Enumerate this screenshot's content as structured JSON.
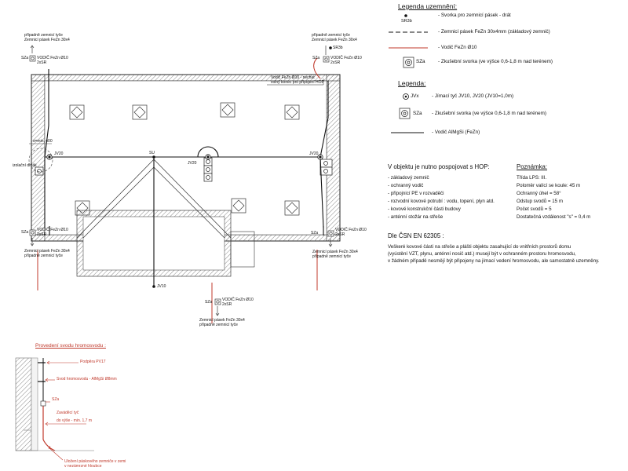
{
  "plan": {
    "labels": {
      "sza": "SZa",
      "vodic": "VODIČ FeZn Ø10",
      "sr2": "2xSR",
      "pasek": "Zemnicí pásek FeZn 30x4",
      "tyce": "případně zemnicí tyče",
      "tyce_top": "případně zemnicí tyče",
      "pasek_top": "Zemnicí pásek FeZn 30x4",
      "sr3b": "SR3b",
      "note_l1": "Vodič FeZn Ø10 - nechat",
      "note_l2": "volný konec pro připojení HOP",
      "jv20": "JV20",
      "su": "SU",
      "jv10": "JV10",
      "smin": "s=min. 400",
      "izol": "izolační držák",
      "jv20_top": "JV20"
    }
  },
  "legend_earth": {
    "title": "Legenda uzemnění:",
    "items": [
      {
        "symbol": "SR3b",
        "text": "- Svorka pro zemnicí pásek - drát"
      },
      {
        "symbol": "",
        "text": "- Zemnicí pásek FeZn 30x4mm (základový zemnič)"
      },
      {
        "symbol": "",
        "text": "- Vodič FeZn Ø10"
      },
      {
        "symbol": "SZa",
        "text": "- Zkušební svorka (ve výšce 0,6-1,8 m nad terénem)"
      }
    ]
  },
  "legend": {
    "title": "Legenda:",
    "items": [
      {
        "symbol": "JVx",
        "text": "- Jímací tyč JV10, JV20 (JV10=1,0m)"
      },
      {
        "symbol": "SZa",
        "text": "- Zkušební svorka (ve výšce 0,6-1,8 m nad terénem)"
      },
      {
        "symbol": "",
        "text": "- Vodič AlMgSi (FeZn)"
      }
    ]
  },
  "hop": {
    "title": "V objektu je nutno pospojovat s HOP:",
    "items": [
      "- základový zemnič",
      "- ochranný vodič",
      "- připojnicí PE v rozvaděči",
      "- rozvodní kovové potrubí : vodu, topení, plyn atd.",
      "- kovové konstrukční části budovy",
      "- anténní stožár na střeše"
    ]
  },
  "note": {
    "title": "Poznámka:",
    "items": [
      "Třída LPS: III.",
      "Poloměr valící se koule: 45 m",
      "Ochranný úhel = 58°",
      "Odstup svodů = 15 m",
      "Počet svodů = 5",
      "Dostatečná vzdálenost \"s\" = 0,4 m"
    ]
  },
  "csn": {
    "title": "Dle ČSN EN 62305 :",
    "lines": [
      "Veškeré kovové části na střeše a plášti objektu zasahující do vnitřních prostorů domu",
      "(vyústění VZT, plynu, anténní nosič atd.) musejí být v ochranném prostoru hromosvodu,",
      "v žádném případě nesmějí být připojeny na jímací vedení hromosvodu, ale samostatně uzemněny."
    ]
  },
  "detail": {
    "title": "Provedení svodu hromosvodu :",
    "podpera": "Podpěra PV17",
    "svod": "Svod hromosvodu - AlMgSi Ø8mm",
    "sza": "SZa",
    "tyc1": "Zaváděcí tyč",
    "tyc2": "do výše - min. 1,7 m",
    "ulozeni1": "Uložení páskového zemniče v zemi",
    "ulozeni2": "v nezámrzné hloubce"
  },
  "colors": {
    "red": "#c0392b",
    "line": "#111111",
    "hatch": "#888888"
  }
}
